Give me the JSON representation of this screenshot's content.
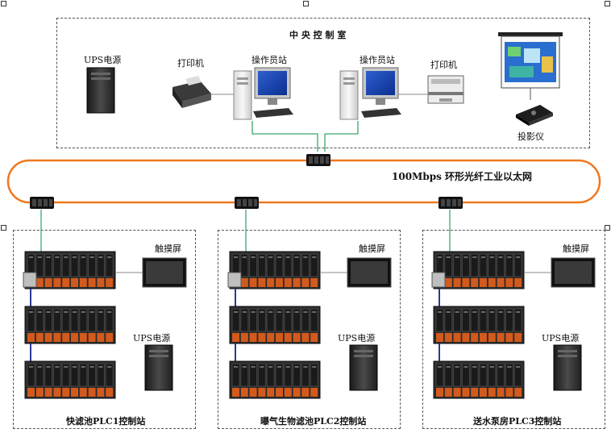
{
  "central_room": {
    "title": "中 央 控 制 室",
    "ups_label": "UPS电源",
    "printer_left_label": "打印机",
    "operator_left_label": "操作员站",
    "operator_right_label": "操作员站",
    "printer_right_label": "打印机",
    "projector_label": "投影仪"
  },
  "network": {
    "label": "100Mbps  环形光纤工业以太网",
    "ring_color": "#f0781e",
    "link_color": "#3aa86a",
    "bus_color": "#2a3a9a"
  },
  "stations": [
    {
      "name": "快滤池PLC1控制站",
      "touch_label": "触摸屏",
      "ups_label": "UPS电源"
    },
    {
      "name": "曝气生物滤池PLC2控制站",
      "touch_label": "触摸屏",
      "ups_label": "UPS电源"
    },
    {
      "name": "送水泵房PLC3控制站",
      "touch_label": "触摸屏",
      "ups_label": "UPS电源"
    }
  ]
}
